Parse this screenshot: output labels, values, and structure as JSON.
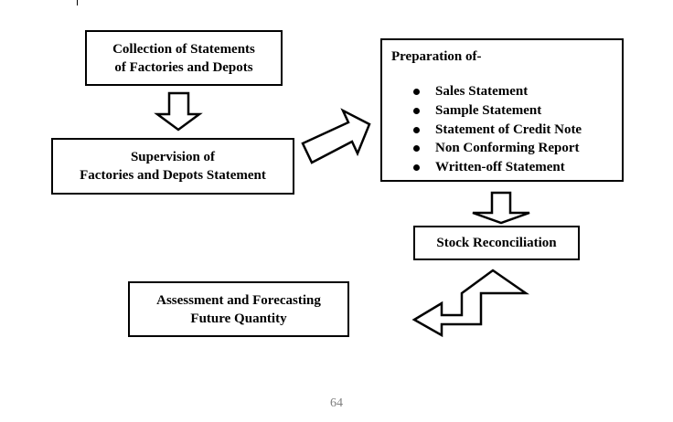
{
  "boxes": {
    "collection": {
      "line1": "Collection of Statements",
      "line2": "of Factories and Depots"
    },
    "supervision": {
      "line1": "Supervision of",
      "line2": "Factories and Depots Statement"
    },
    "preparation": {
      "title": "Preparation of-",
      "items": [
        "Sales Statement",
        "Sample Statement",
        "Statement of Credit Note",
        "Non Conforming Report",
        "Written-off Statement"
      ]
    },
    "stock": {
      "label": "Stock Reconciliation"
    },
    "assessment": {
      "line1": "Assessment and Forecasting",
      "line2": "Future Quantity"
    }
  },
  "footer": {
    "page_number": "64"
  },
  "colors": {
    "border": "#000000",
    "background": "#ffffff",
    "page_number": "#808080"
  }
}
